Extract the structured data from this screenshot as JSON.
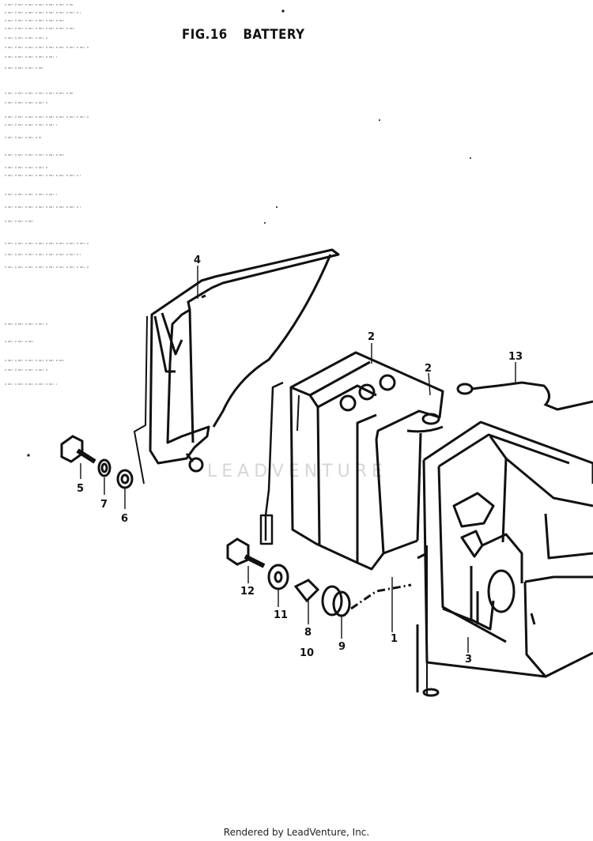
{
  "figure": {
    "number": "FIG.16",
    "title": "BATTERY"
  },
  "callouts": [
    {
      "id": "1",
      "label": "1"
    },
    {
      "id": "2a",
      "label": "2"
    },
    {
      "id": "2b",
      "label": "2"
    },
    {
      "id": "3",
      "label": "3"
    },
    {
      "id": "4",
      "label": "4"
    },
    {
      "id": "5",
      "label": "5"
    },
    {
      "id": "6",
      "label": "6"
    },
    {
      "id": "7",
      "label": "7"
    },
    {
      "id": "8",
      "label": "8"
    },
    {
      "id": "9",
      "label": "9"
    },
    {
      "id": "10",
      "label": "10"
    },
    {
      "id": "11",
      "label": "11"
    },
    {
      "id": "12",
      "label": "12"
    },
    {
      "id": "13",
      "label": "13"
    }
  ],
  "watermark": "LEADVENTURE",
  "footer": "Rendered by LeadVenture, Inc."
}
